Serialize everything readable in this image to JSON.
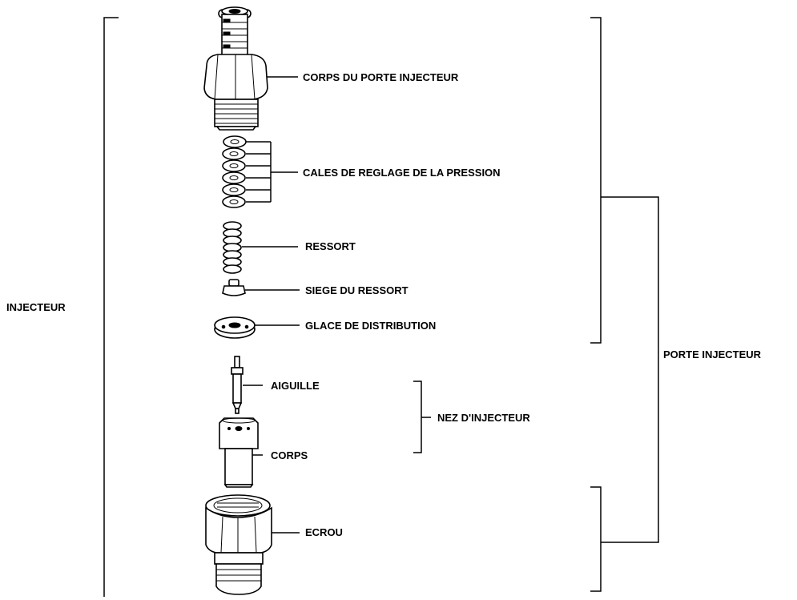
{
  "labels": {
    "injecteur": "INJECTEUR",
    "porte_injecteur": "PORTE INJECTEUR",
    "corps_porte_injecteur": "CORPS DU PORTE INJECTEUR",
    "cales": "CALES DE REGLAGE DE LA PRESSION",
    "ressort": "RESSORT",
    "siege_ressort": "SIEGE DU RESSORT",
    "glace": "GLACE DE DISTRIBUTION",
    "aiguille": "AIGUILLE",
    "nez": "NEZ D'INJECTEUR",
    "corps": "CORPS",
    "ecrou": "ECROU"
  }
}
